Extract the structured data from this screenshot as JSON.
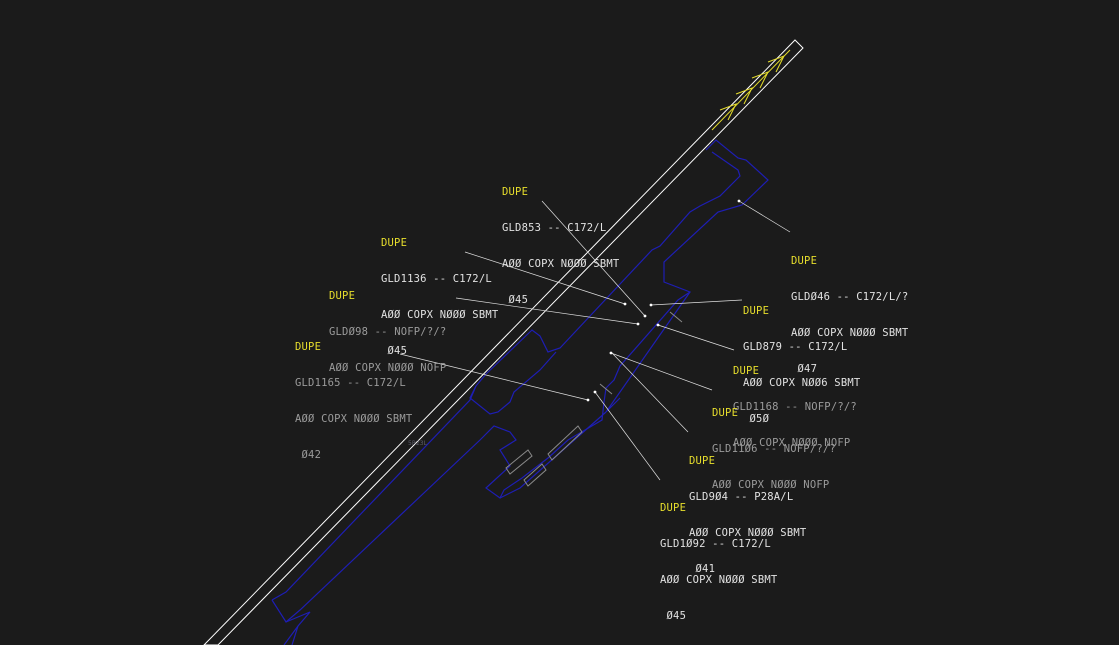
{
  "scope": {
    "background": "#1b1b1b",
    "runway_color": "#ffffff",
    "taxiway_color": "#1e1eb4",
    "chevron_color": "#e6dd2c",
    "leader_color": "#e0e0e0",
    "flag_color": "#e6dd2c",
    "runway_marker": "5R23L"
  },
  "tags": [
    {
      "flag": "DUPE",
      "line1": "GLD853 -- C172/L",
      "line2": "AØØ COPX NØØØ SBMT",
      "line3": " Ø45",
      "style": "full"
    },
    {
      "flag": "DUPE",
      "line1": "GLD1136 -- C172/L",
      "line2": "AØØ COPX NØØØ SBMT",
      "line3": " Ø45",
      "style": "full"
    },
    {
      "flag": "DUPE",
      "line1": "GLDØ98 -- NOFP/?/?",
      "line2": "AØØ COPX NØØØ NOFP",
      "line3": "",
      "style": "dim"
    },
    {
      "flag": "DUPE",
      "line1": "GLD1165 -- C172/L",
      "line2": "AØØ COPX NØØØ SBMT",
      "line3": " Ø42",
      "style": "dim"
    },
    {
      "flag": "DUPE",
      "line1": "GLDØ46 -- C172/L/?",
      "line2": "AØØ COPX NØØØ SBMT",
      "line3": " Ø47",
      "style": "full"
    },
    {
      "flag": "DUPE",
      "line1": "GLD879 -- C172/L",
      "line2": "AØØ COPX NØØ6 SBMT",
      "line3": " Ø5Ø",
      "style": "full"
    },
    {
      "flag": "DUPE",
      "line1": "GLD1168 -- NOFP/?/?",
      "line2": "AØØ COPX NØØØ NOFP",
      "line3": "",
      "style": "dim"
    },
    {
      "flag": "DUPE",
      "line1": "GLD11Ø6 -- NOFP/?/?",
      "line2": "AØØ COPX NØØØ NOFP",
      "line3": "",
      "style": "dim"
    },
    {
      "flag": "DUPE",
      "line1": "GLD9Ø4 -- P28A/L",
      "line2": "AØØ COPX NØØØ SBMT",
      "line3": " Ø41",
      "style": "full"
    },
    {
      "flag": "DUPE",
      "line1": "GLD1Ø92 -- C172/L",
      "line2": "AØØ COPX NØØØ SBMT",
      "line3": " Ø45",
      "style": "full"
    }
  ]
}
